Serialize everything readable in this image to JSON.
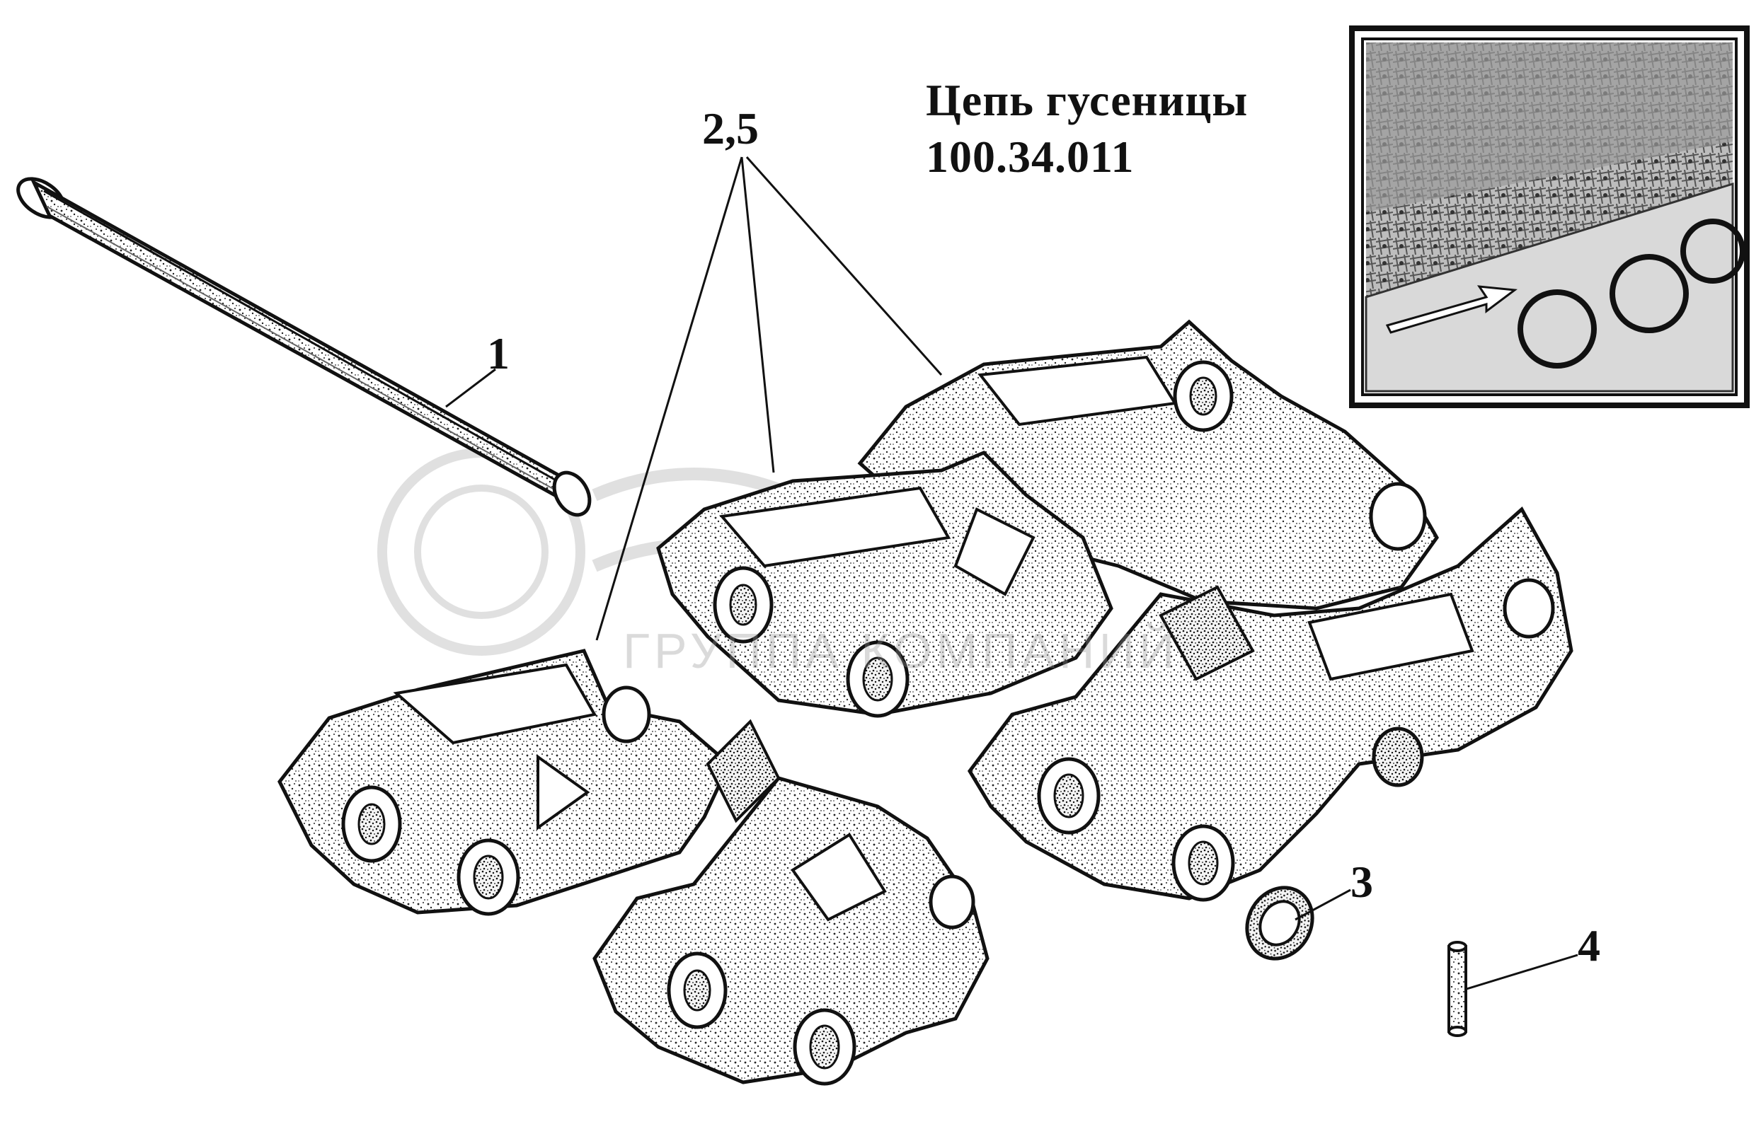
{
  "title": {
    "line1": "Цепь гусеницы",
    "line2": "100.34.011"
  },
  "callouts": {
    "pin": "1",
    "links": "2,5",
    "washer": "3",
    "cotter": "4"
  },
  "watermark": {
    "text": "ГРУППА КОМПАНИЙ"
  },
  "colors": {
    "ink": "#111111",
    "paper": "#ffffff",
    "watermark": "#969696"
  },
  "parts": [
    {
      "callout": "1",
      "icon": "track-pin-icon"
    },
    {
      "callout": "2,5",
      "icon": "track-link-icon"
    },
    {
      "callout": "3",
      "icon": "washer-icon"
    },
    {
      "callout": "4",
      "icon": "cotter-pin-icon"
    }
  ],
  "inset": {
    "icon": "tractor-undercarriage-photo-icon"
  }
}
